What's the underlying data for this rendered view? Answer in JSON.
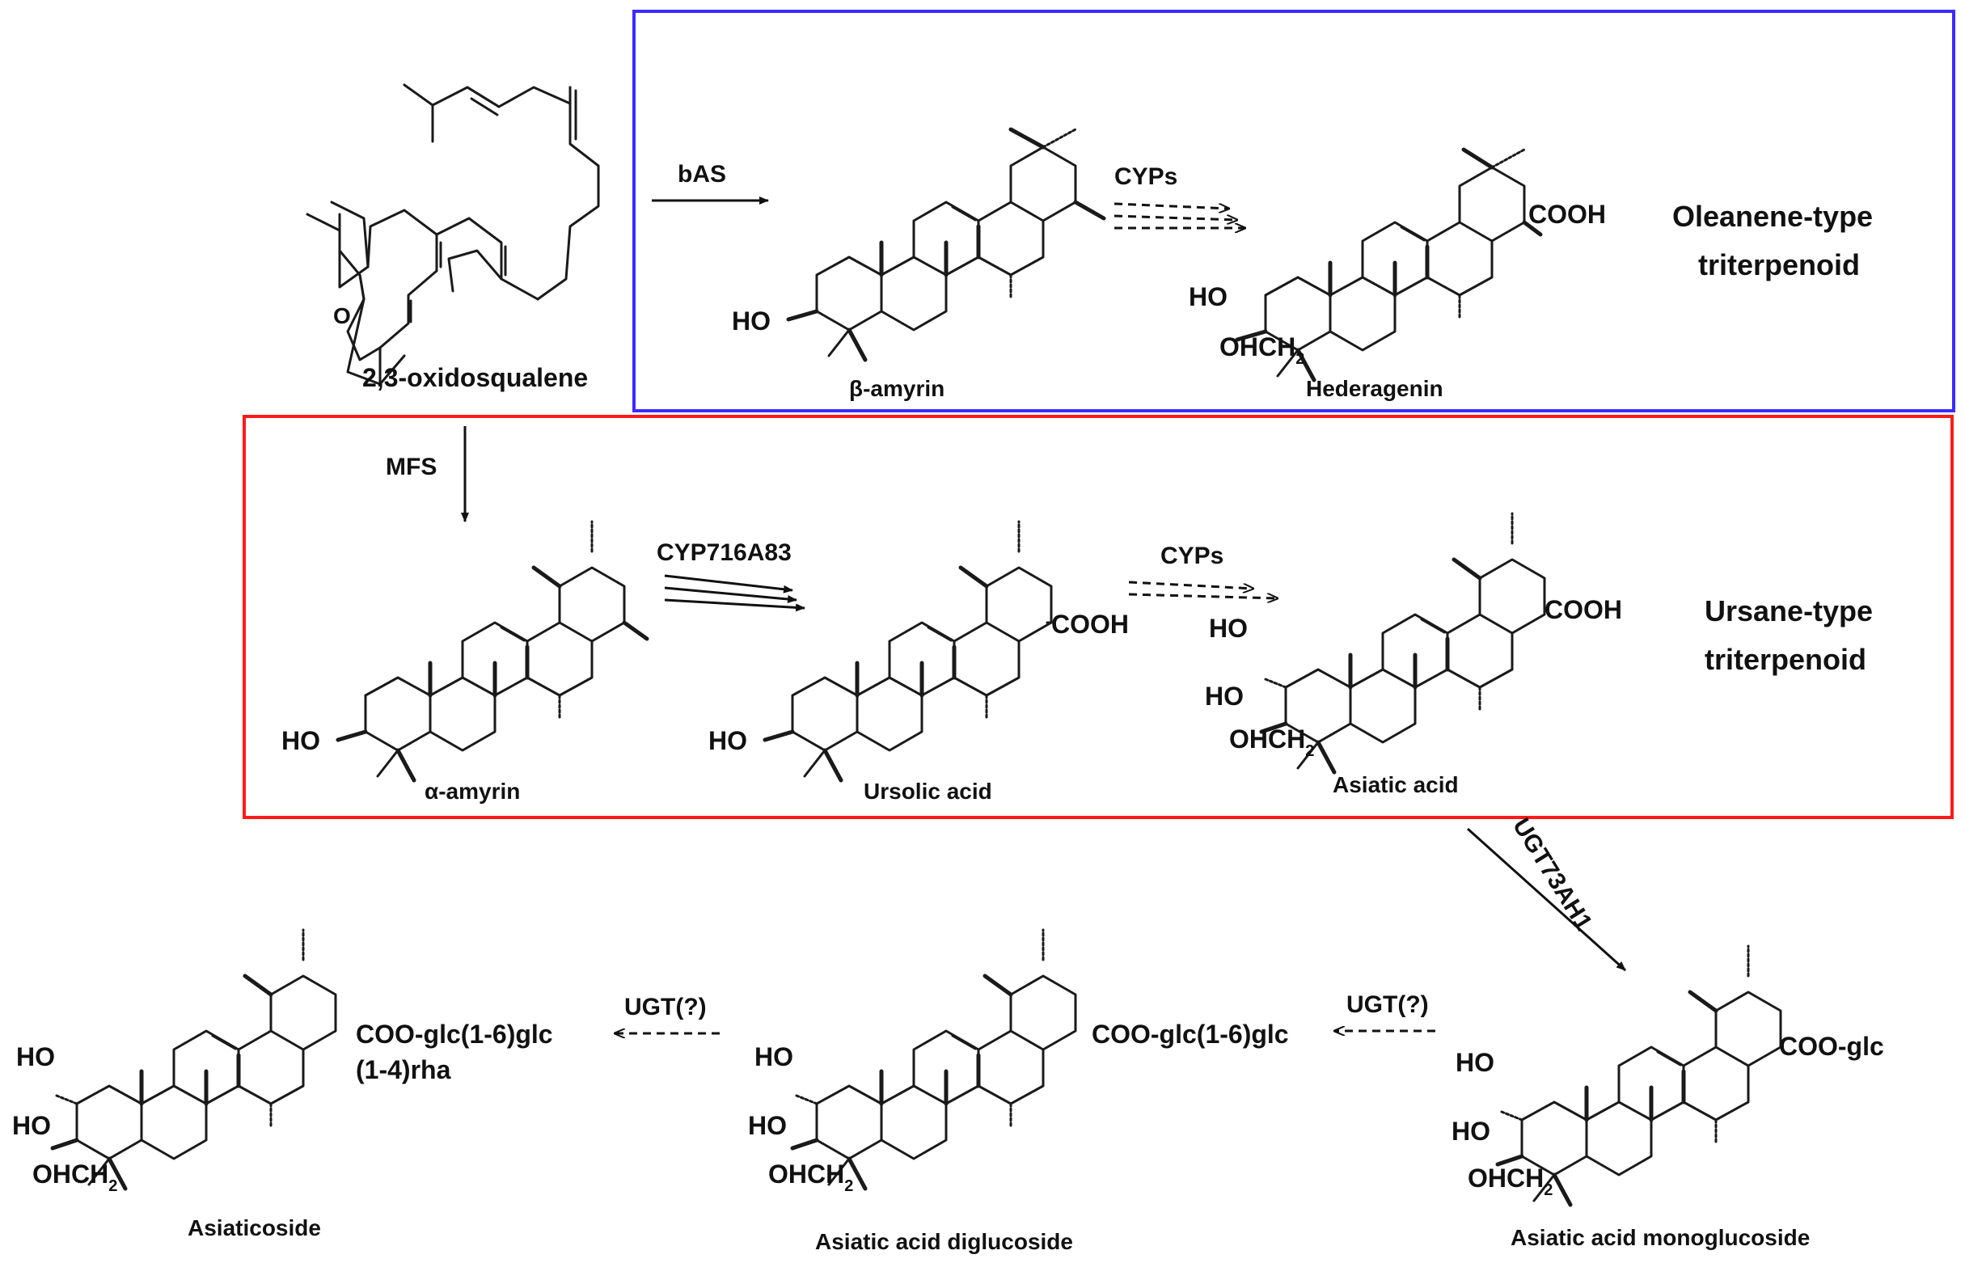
{
  "title": "",
  "compounds": {
    "oxidosqualene": "2,3-oxidosqualene",
    "beta_amyrin": "β-amyrin",
    "hederagenin": "Hederagenin",
    "alpha_amyrin": "α-amyrin",
    "ursolic_acid": "Ursolic acid",
    "asiatic_acid": "Asiatic acid",
    "asiaticoside": "Asiaticoside",
    "diglucoside": "Asiatic acid diglucoside",
    "monoglucoside": "Asiatic acid monoglucoside"
  },
  "enzymes": {
    "bas": "bAS",
    "cyps_top": "CYPs",
    "mfs": "MFS",
    "cyp716": "CYP716A83",
    "cyps_mid": "CYPs",
    "ugt73": "UGT73AH1",
    "ugt_left": "UGT(?)",
    "ugt_mid": "UGT(?)"
  },
  "groups": {
    "oleanene_line1": "Oleanene-type",
    "oleanene_line2": "triterpenoid",
    "ursane_line1": "Ursane-type",
    "ursane_line2": "triterpenoid"
  },
  "substituents": {
    "ho": "HO",
    "o": "O",
    "cooh": "COOH",
    "ohch2": "OHCH",
    "sub2": "2",
    "coo_glc": "COO-glc",
    "coo_glc16glc": "COO-glc(1-6)glc",
    "rha": "(1-4)rha"
  },
  "colors": {
    "oleanene_box": "#3d2bff",
    "ursane_box": "#ff1a1a",
    "oleanene_text": "#4a33e6",
    "ursane_text": "#e61a1a",
    "ugt73_text": "#19b3e6"
  }
}
